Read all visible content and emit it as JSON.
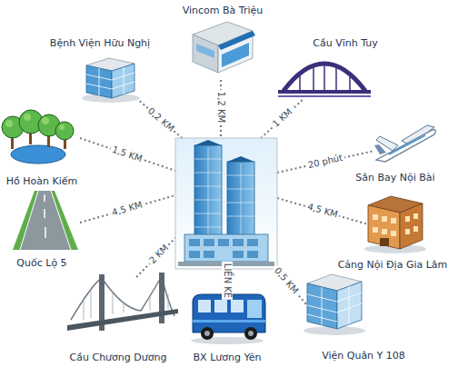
{
  "diagram": {
    "nodes": [
      {
        "text": [
          "Vincom Bà Triệu"
        ]
      },
      {
        "text": [
          "Bệnh Viện Hữu Nghị"
        ]
      },
      {
        "text": [
          "Cầu Vĩnh Tuy"
        ]
      },
      {
        "text": [
          "Hồ Hoàn Kiếm"
        ]
      },
      {
        "text": [
          "Sân Bay Nội Bài"
        ]
      },
      {
        "text": [
          "Quốc Lộ 5"
        ]
      },
      {
        "text": [
          "Cảng Nội Địa Gia Lâm"
        ]
      },
      {
        "text": [
          "Cầu Chương Dương"
        ]
      },
      {
        "text": [
          "BX Lương Yên"
        ]
      },
      {
        "text": [
          "Viện Quân Y 108"
        ]
      }
    ],
    "labels": [
      "1,2 KM",
      "1 KM",
      "0,2 KM",
      "1,5 KM",
      "20 phút",
      "4,5 KM",
      "4,5 KM",
      "2 KM",
      "LIỀN KỀ",
      "0,5 KM"
    ]
  }
}
